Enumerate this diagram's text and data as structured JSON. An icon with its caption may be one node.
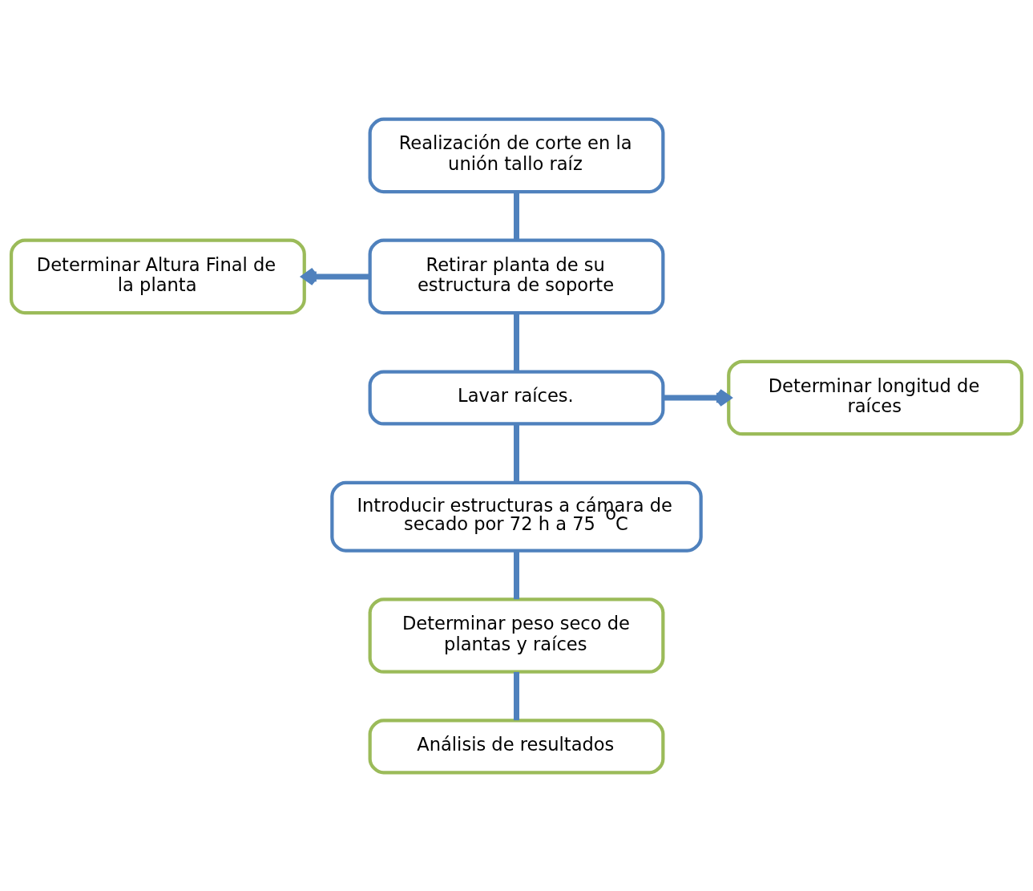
{
  "diagram": {
    "nodes": [
      {
        "text": [
          "Realización de corte en la unión tallo raíz"
        ]
      },
      {
        "text": [
          "Determinar Altura Final de la planta"
        ]
      },
      {
        "text": [
          "Retirar planta de su estructura de soporte"
        ]
      },
      {
        "text": [
          "Lavar raíces."
        ]
      },
      {
        "text": [
          "Determinar longitud de raíces"
        ]
      },
      {
        "text": [
          "Introducir estructuras a cámara de secado por 72 h a 75 $^{o}$C"
        ]
      },
      {
        "text": [
          "Determinar peso seco de plantas y raíces"
        ]
      },
      {
        "text": [
          "Análisis de resultados"
        ]
      }
    ],
    "edges": [
      {
        "from": 0,
        "to": 2,
        "arrow": "none"
      },
      {
        "from": 2,
        "to": 1,
        "arrow": "to"
      },
      {
        "from": 2,
        "to": 3,
        "arrow": "none"
      },
      {
        "from": 3,
        "to": 4,
        "arrow": "to"
      },
      {
        "from": 3,
        "to": 5,
        "arrow": "none"
      },
      {
        "from": 5,
        "to": 6,
        "arrow": "none"
      },
      {
        "from": 6,
        "to": 7,
        "arrow": "none"
      }
    ]
  }
}
